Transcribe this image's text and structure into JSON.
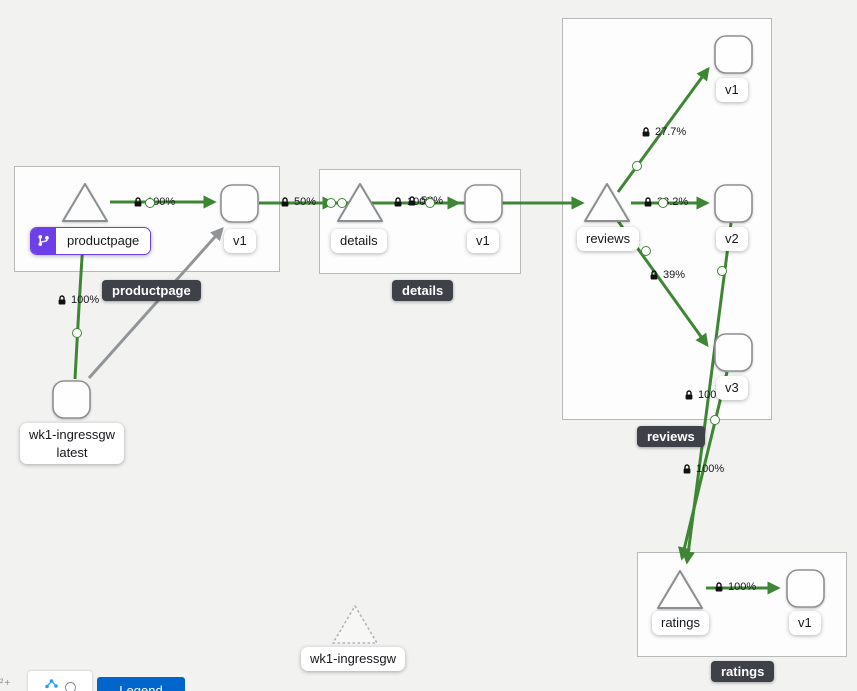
{
  "graph": {
    "groups": {
      "productpage": {
        "badge": "productpage"
      },
      "details": {
        "badge": "details"
      },
      "reviews": {
        "badge": "reviews"
      },
      "ratings": {
        "badge": "ratings"
      }
    },
    "nodes": {
      "productpage_service": "productpage",
      "productpage_v1": "v1",
      "details_service": "details",
      "details_v1": "v1",
      "reviews_service": "reviews",
      "reviews_v1": "v1",
      "reviews_v2": "v2",
      "reviews_v3": "v3",
      "ratings_service": "ratings",
      "ratings_v1": "v1",
      "ingress_workload_line1": "wk1-ingressgw",
      "ingress_workload_line2": "latest",
      "ingress_service_idle": "wk1-ingressgw"
    },
    "edge_labels": {
      "ingress_to_productpage": "100%",
      "productpage_to_v1": "100%",
      "v1_to_details": "50%",
      "v1_to_reviews": "50%",
      "details_to_v1": "100%",
      "reviews_to_v1": "27.7%",
      "reviews_to_v2": "33.2%",
      "reviews_to_v3": "39%",
      "reviews_v2_to_ratings": "100%",
      "reviews_v3_to_ratings": "100%",
      "ratings_to_v1": "100%"
    }
  },
  "toolbar": {
    "legend_label": "Legend"
  },
  "colors": {
    "edge_green": "#3E8635",
    "edge_gray": "#929597",
    "badge_bg": "#3e4147",
    "app_purple": "#6c3fe8",
    "button_blue": "#0066CC",
    "canvas_bg": "#f2f2f1"
  }
}
